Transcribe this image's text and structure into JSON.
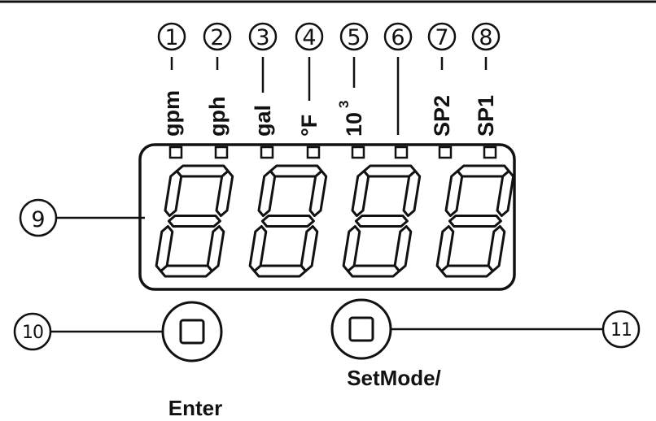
{
  "indicator_labels": [
    "gpm",
    "gph",
    "gal",
    "°F",
    "10",
    "",
    "SP2",
    "SP1"
  ],
  "indicator_superscript": "3",
  "callouts": [
    "1",
    "2",
    "3",
    "4",
    "5",
    "6",
    "7",
    "8",
    "9",
    "10",
    "11"
  ],
  "display": {
    "digit_count": 4,
    "all_segments_shown": true
  },
  "buttons": {
    "enter_label": "Enter",
    "setmode_label": "SetMode/"
  },
  "colors": {
    "ink": "#111111",
    "background": "#ffffff"
  }
}
